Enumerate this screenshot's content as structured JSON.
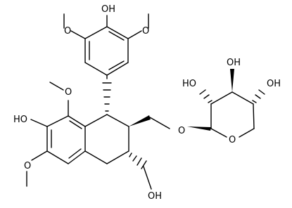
{
  "structure": {
    "atom_labels": {
      "phenol_oh_top": "OH",
      "methoxy_top_left": "O",
      "methoxy_top_right": "O",
      "methoxy_c8": "O",
      "hydroxy_c7": "HO",
      "methoxy_c6": "O",
      "glycosidic_o": "O",
      "ring_o": "O",
      "sugar_oh_left": "HO",
      "sugar_oh_top": "OH",
      "sugar_oh_right": "OH",
      "hydroxymethyl_oh": "OH"
    }
  }
}
